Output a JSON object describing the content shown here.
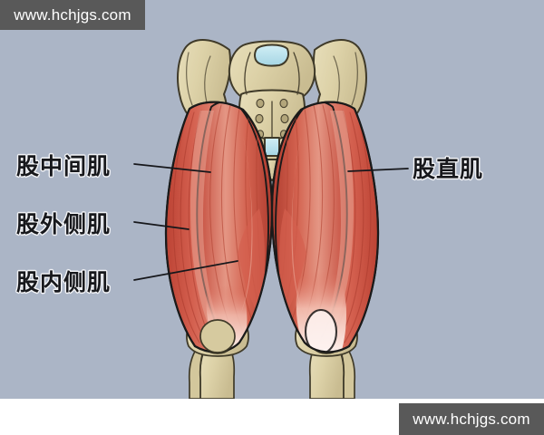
{
  "illustration": {
    "subject": "quadriceps-femoris-anterior-view",
    "background_color": "#abb5c6",
    "page_background_color": "#ffffff",
    "colors": {
      "muscle_red": "#c4493c",
      "muscle_red_light": "#d9695a",
      "muscle_highlight": "#eaa79a",
      "tendon_white": "#f7ece8",
      "bone_tan": "#ddd2a8",
      "bone_shadow": "#c3b68a",
      "bone_outline": "#4a4330",
      "cartilage_blue": "#b8e2ec",
      "outline_dark": "#1a1a1a"
    }
  },
  "labels": [
    {
      "id": "vastus-intermedius",
      "text": "股中间肌",
      "side": "left",
      "leader_from": [
        148,
        181
      ],
      "leader_to": [
        232,
        190
      ]
    },
    {
      "id": "vastus-lateralis",
      "text": "股外侧肌",
      "side": "left",
      "leader_from": [
        148,
        245
      ],
      "leader_to": [
        208,
        253
      ]
    },
    {
      "id": "vastus-medialis",
      "text": "股内侧肌",
      "side": "left",
      "leader_from": [
        148,
        309
      ],
      "leader_to": [
        262,
        288
      ]
    },
    {
      "id": "rectus-femoris",
      "text": "股直肌",
      "side": "right",
      "leader_from": [
        450,
        186
      ],
      "leader_to": [
        384,
        189
      ]
    }
  ],
  "watermarks": {
    "top_left": "www.hchjgs.com",
    "bottom_right": "www.hchjgs.com"
  }
}
